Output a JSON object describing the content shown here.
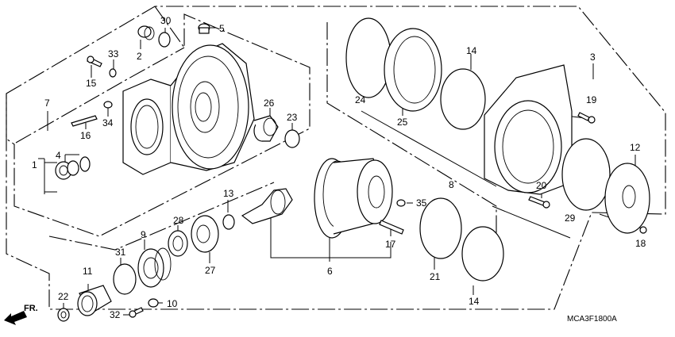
{
  "diagram": {
    "title_code": "MCA3F1800A",
    "direction_label": "FR.",
    "callouts": {
      "c1": "1",
      "c2": "2",
      "c3": "3",
      "c4": "4",
      "c5": "5",
      "c6": "6",
      "c7": "7",
      "c8": "8",
      "c9": "9",
      "c10": "10",
      "c11": "11",
      "c12": "12",
      "c13": "13",
      "c14a": "14",
      "c14b": "14",
      "c15": "15",
      "c16": "16",
      "c17": "17",
      "c18": "18",
      "c19": "19",
      "c20": "20",
      "c21": "21",
      "c22": "22",
      "c23": "23",
      "c24": "24",
      "c25": "25",
      "c26": "26",
      "c27": "27",
      "c28": "28",
      "c29": "29",
      "c30": "30",
      "c31": "31",
      "c32": "32",
      "c33": "33",
      "c34": "34",
      "c35": "35"
    }
  }
}
